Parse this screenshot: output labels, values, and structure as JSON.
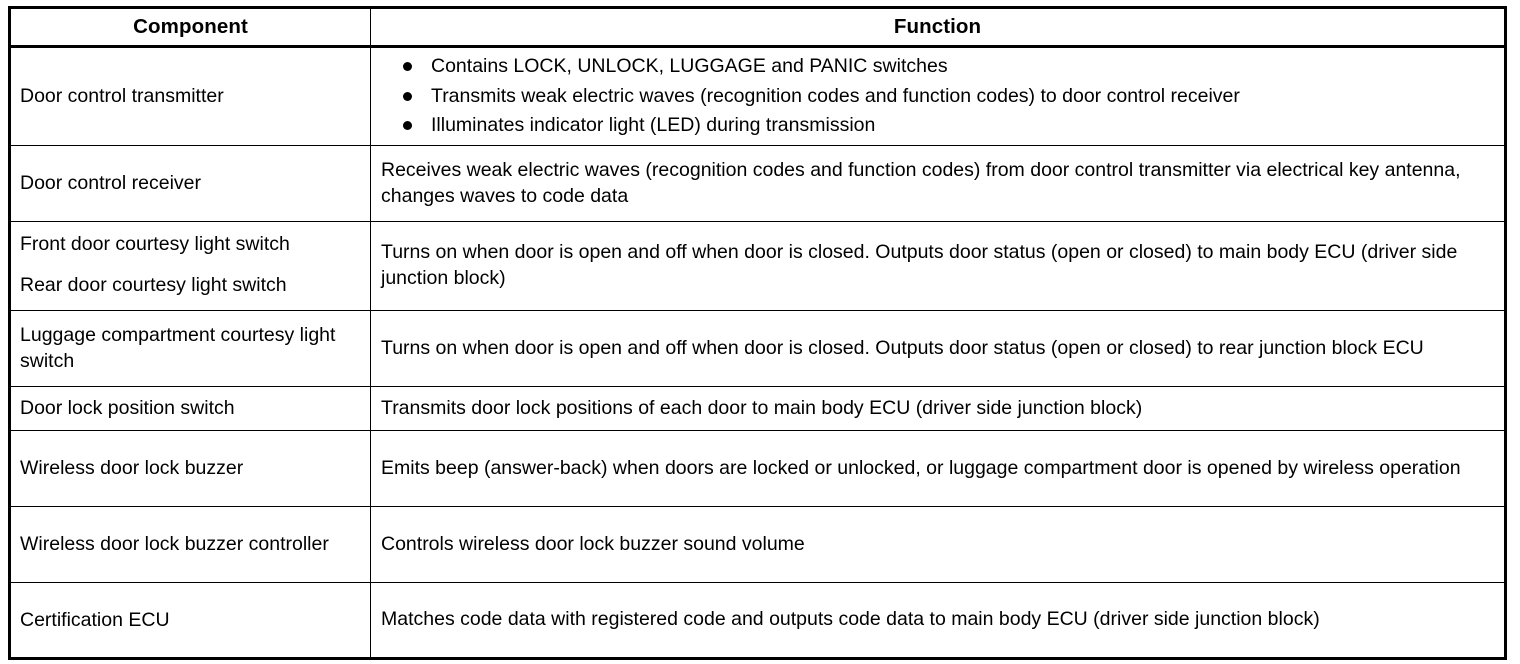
{
  "table": {
    "headers": {
      "component": "Component",
      "function": "Function"
    },
    "rows": [
      {
        "component": "Door control transmitter",
        "function_type": "bullets",
        "bullets": [
          "Contains LOCK, UNLOCK, LUGGAGE and PANIC switches",
          "Transmits weak electric waves (recognition codes and function codes) to door control receiver",
          "Illuminates indicator light (LED) during transmission"
        ]
      },
      {
        "component": "Door control receiver",
        "function_type": "text",
        "function": "Receives weak electric waves (recognition codes and function codes) from door control transmitter via electrical key antenna, changes waves to code data"
      },
      {
        "component_lines": [
          "Front door courtesy light switch",
          "Rear door courtesy light switch"
        ],
        "function_type": "text",
        "function": "Turns on when door is open and off when door is closed. Outputs door status (open or closed) to main body ECU (driver side junction block)"
      },
      {
        "component": "Luggage compartment courtesy light switch",
        "function_type": "text",
        "function": "Turns on when door is open and off when door is closed. Outputs door status (open or closed) to rear junction block ECU"
      },
      {
        "component": "Door lock position switch",
        "function_type": "text",
        "function": "Transmits door lock positions of each door to main body ECU (driver side junction block)"
      },
      {
        "component": "Wireless door lock buzzer",
        "function_type": "text",
        "function": "Emits beep (answer-back) when doors are locked or unlocked, or luggage compartment door is opened by wireless operation"
      },
      {
        "component": "Wireless door lock buzzer controller",
        "function_type": "text",
        "function": "Controls wireless door lock buzzer sound volume"
      },
      {
        "component": "Certification ECU",
        "function_type": "text",
        "function": "Matches code data with registered code and outputs code data to main body ECU (driver side junction block)"
      }
    ]
  },
  "colors": {
    "text": "#000000",
    "background": "#ffffff",
    "border": "#000000"
  }
}
